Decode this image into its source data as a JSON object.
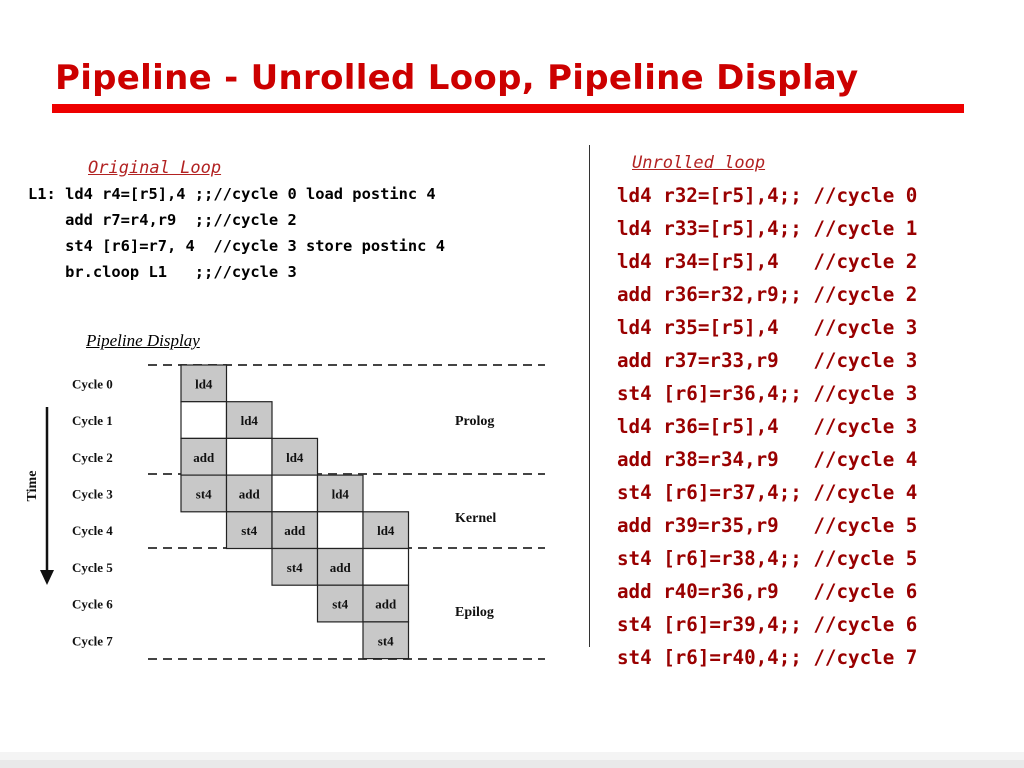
{
  "title": "Pipeline - Unrolled Loop, Pipeline Display",
  "colors": {
    "title": "#cc0000",
    "rule": "#ee0000",
    "code_red": "#990000",
    "heading_red": "#b22222",
    "cell_fill": "#c8c8c8",
    "cell_stroke": "#222222",
    "dash": "#444444"
  },
  "original": {
    "heading": "Original Loop",
    "lines": [
      "L1: ld4 r4=[r5],4 ;;//cycle 0 load postinc 4",
      "    add r7=r4,r9  ;;//cycle 2",
      "    st4 [r6]=r7, 4  //cycle 3 store postinc 4",
      "    br.cloop L1   ;;//cycle 3"
    ]
  },
  "unrolled": {
    "heading": "Unrolled loop",
    "lines": [
      "ld4 r32=[r5],4;; //cycle 0",
      "ld4 r33=[r5],4;; //cycle 1",
      "ld4 r34=[r5],4   //cycle 2",
      "add r36=r32,r9;; //cycle 2",
      "ld4 r35=[r5],4   //cycle 3",
      "add r37=r33,r9   //cycle 3",
      "st4 [r6]=r36,4;; //cycle 3",
      "ld4 r36=[r5],4   //cycle 3",
      "add r38=r34,r9   //cycle 4",
      "st4 [r6]=r37,4;; //cycle 4",
      "add r39=r35,r9   //cycle 5",
      "st4 [r6]=r38,4;; //cycle 5",
      "add r40=r36,r9   //cycle 6",
      "st4 [r6]=r39,4;; //cycle 6",
      "st4 [r6]=r40,4;; //cycle 7"
    ]
  },
  "pipeline": {
    "heading": "Pipeline Display",
    "time_label": "Time",
    "cycles": [
      "Cycle 0",
      "Cycle 1",
      "Cycle 2",
      "Cycle 3",
      "Cycle 4",
      "Cycle 5",
      "Cycle 6",
      "Cycle 7"
    ],
    "phases": [
      "Prolog",
      "Kernel",
      "Epilog"
    ],
    "rows": [
      [
        {
          "label": "ld4",
          "shaded": true
        }
      ],
      [
        {
          "label": "",
          "shaded": false
        },
        {
          "label": "ld4",
          "shaded": true
        }
      ],
      [
        {
          "label": "add",
          "shaded": true
        },
        {
          "label": "",
          "shaded": false
        },
        {
          "label": "ld4",
          "shaded": true
        }
      ],
      [
        {
          "label": "st4",
          "shaded": true
        },
        {
          "label": "add",
          "shaded": true
        },
        {
          "label": "",
          "shaded": false
        },
        {
          "label": "ld4",
          "shaded": true
        }
      ],
      [
        {
          "label": "st4",
          "shaded": true
        },
        {
          "label": "add",
          "shaded": true
        },
        {
          "label": "",
          "shaded": false
        },
        {
          "label": "ld4",
          "shaded": true
        }
      ],
      [
        {
          "label": "st4",
          "shaded": true
        },
        {
          "label": "add",
          "shaded": true
        },
        {
          "label": "",
          "shaded": false
        }
      ],
      [
        {
          "label": "st4",
          "shaded": true
        },
        {
          "label": "add",
          "shaded": true
        }
      ],
      [
        {
          "label": "st4",
          "shaded": true
        }
      ]
    ]
  }
}
